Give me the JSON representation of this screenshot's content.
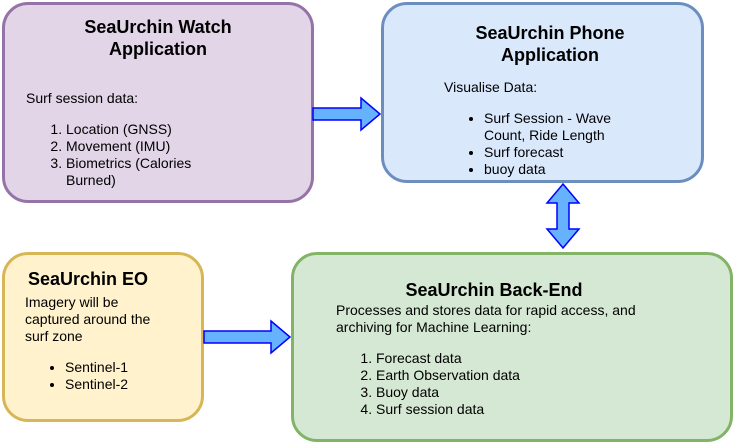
{
  "colors": {
    "watch_fill": "#e1d5e7",
    "watch_border": "#9673a6",
    "phone_fill": "#dae8fc",
    "phone_border": "#6c8ebf",
    "eo_fill": "#fff2cc",
    "eo_border": "#d6b656",
    "backend_fill": "#d5e8d4",
    "backend_border": "#82b366",
    "arrow_fill": "#66b2ff",
    "arrow_stroke": "#0000ff"
  },
  "watch": {
    "title_line1": "SeaUrchin Watch",
    "title_line2": "Application",
    "intro": "Surf session data:",
    "items": [
      "Location (GNSS)",
      "Movement (IMU)",
      "Biometrics (Calories Burned)"
    ]
  },
  "phone": {
    "title_line1": "SeaUrchin Phone",
    "title_line2": "Application",
    "intro": "Visualise Data:",
    "items": [
      "Surf Session - Wave Count, Ride Length",
      "Surf forecast",
      "buoy data"
    ]
  },
  "eo": {
    "title": "SeaUrchin EO",
    "intro": "Imagery will be captured around the surf zone",
    "items": [
      "Sentinel-1",
      "Sentinel-2"
    ]
  },
  "backend": {
    "title": "SeaUrchin Back-End",
    "intro": "Processes and stores data for rapid access, and archiving for Machine Learning:",
    "items": [
      "Forecast data",
      "Earth Observation data",
      "Buoy data",
      "Surf session data"
    ]
  }
}
